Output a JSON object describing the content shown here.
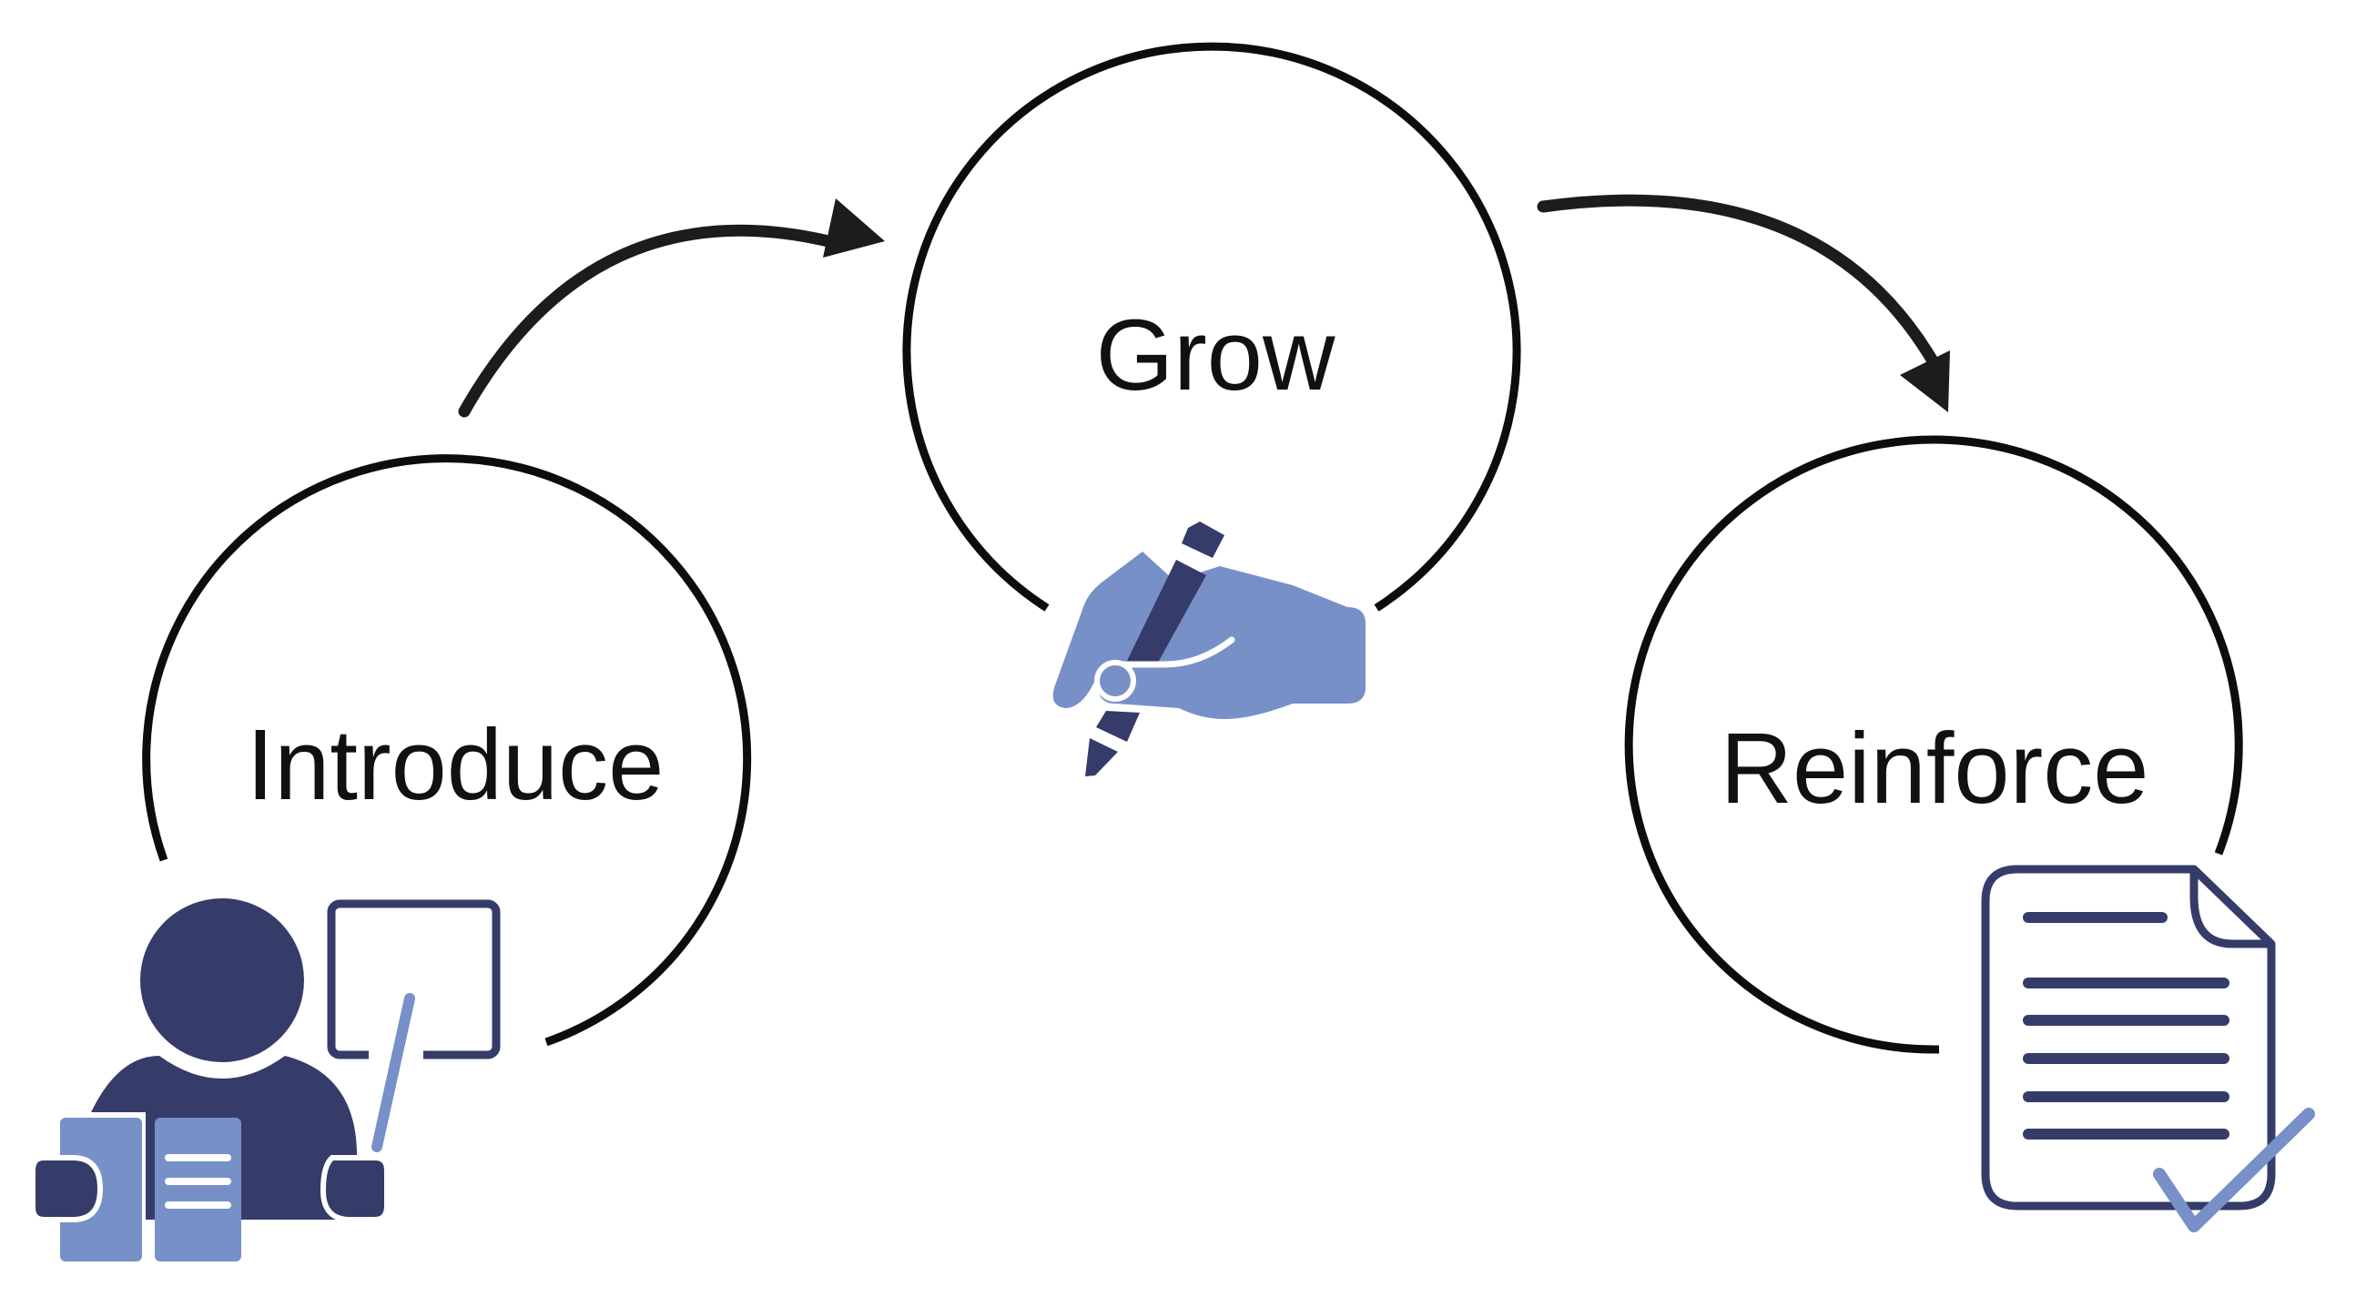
{
  "stages": [
    {
      "label": "Introduce",
      "icon": "teacher-presenting-icon"
    },
    {
      "label": "Grow",
      "icon": "hand-writing-icon"
    },
    {
      "label": "Reinforce",
      "icon": "document-checkmark-icon"
    }
  ],
  "colors": {
    "stroke": "#0d0d0d",
    "icon_dark": "#363c69",
    "icon_light": "#7890c8",
    "arrow": "#1c1c1c"
  }
}
